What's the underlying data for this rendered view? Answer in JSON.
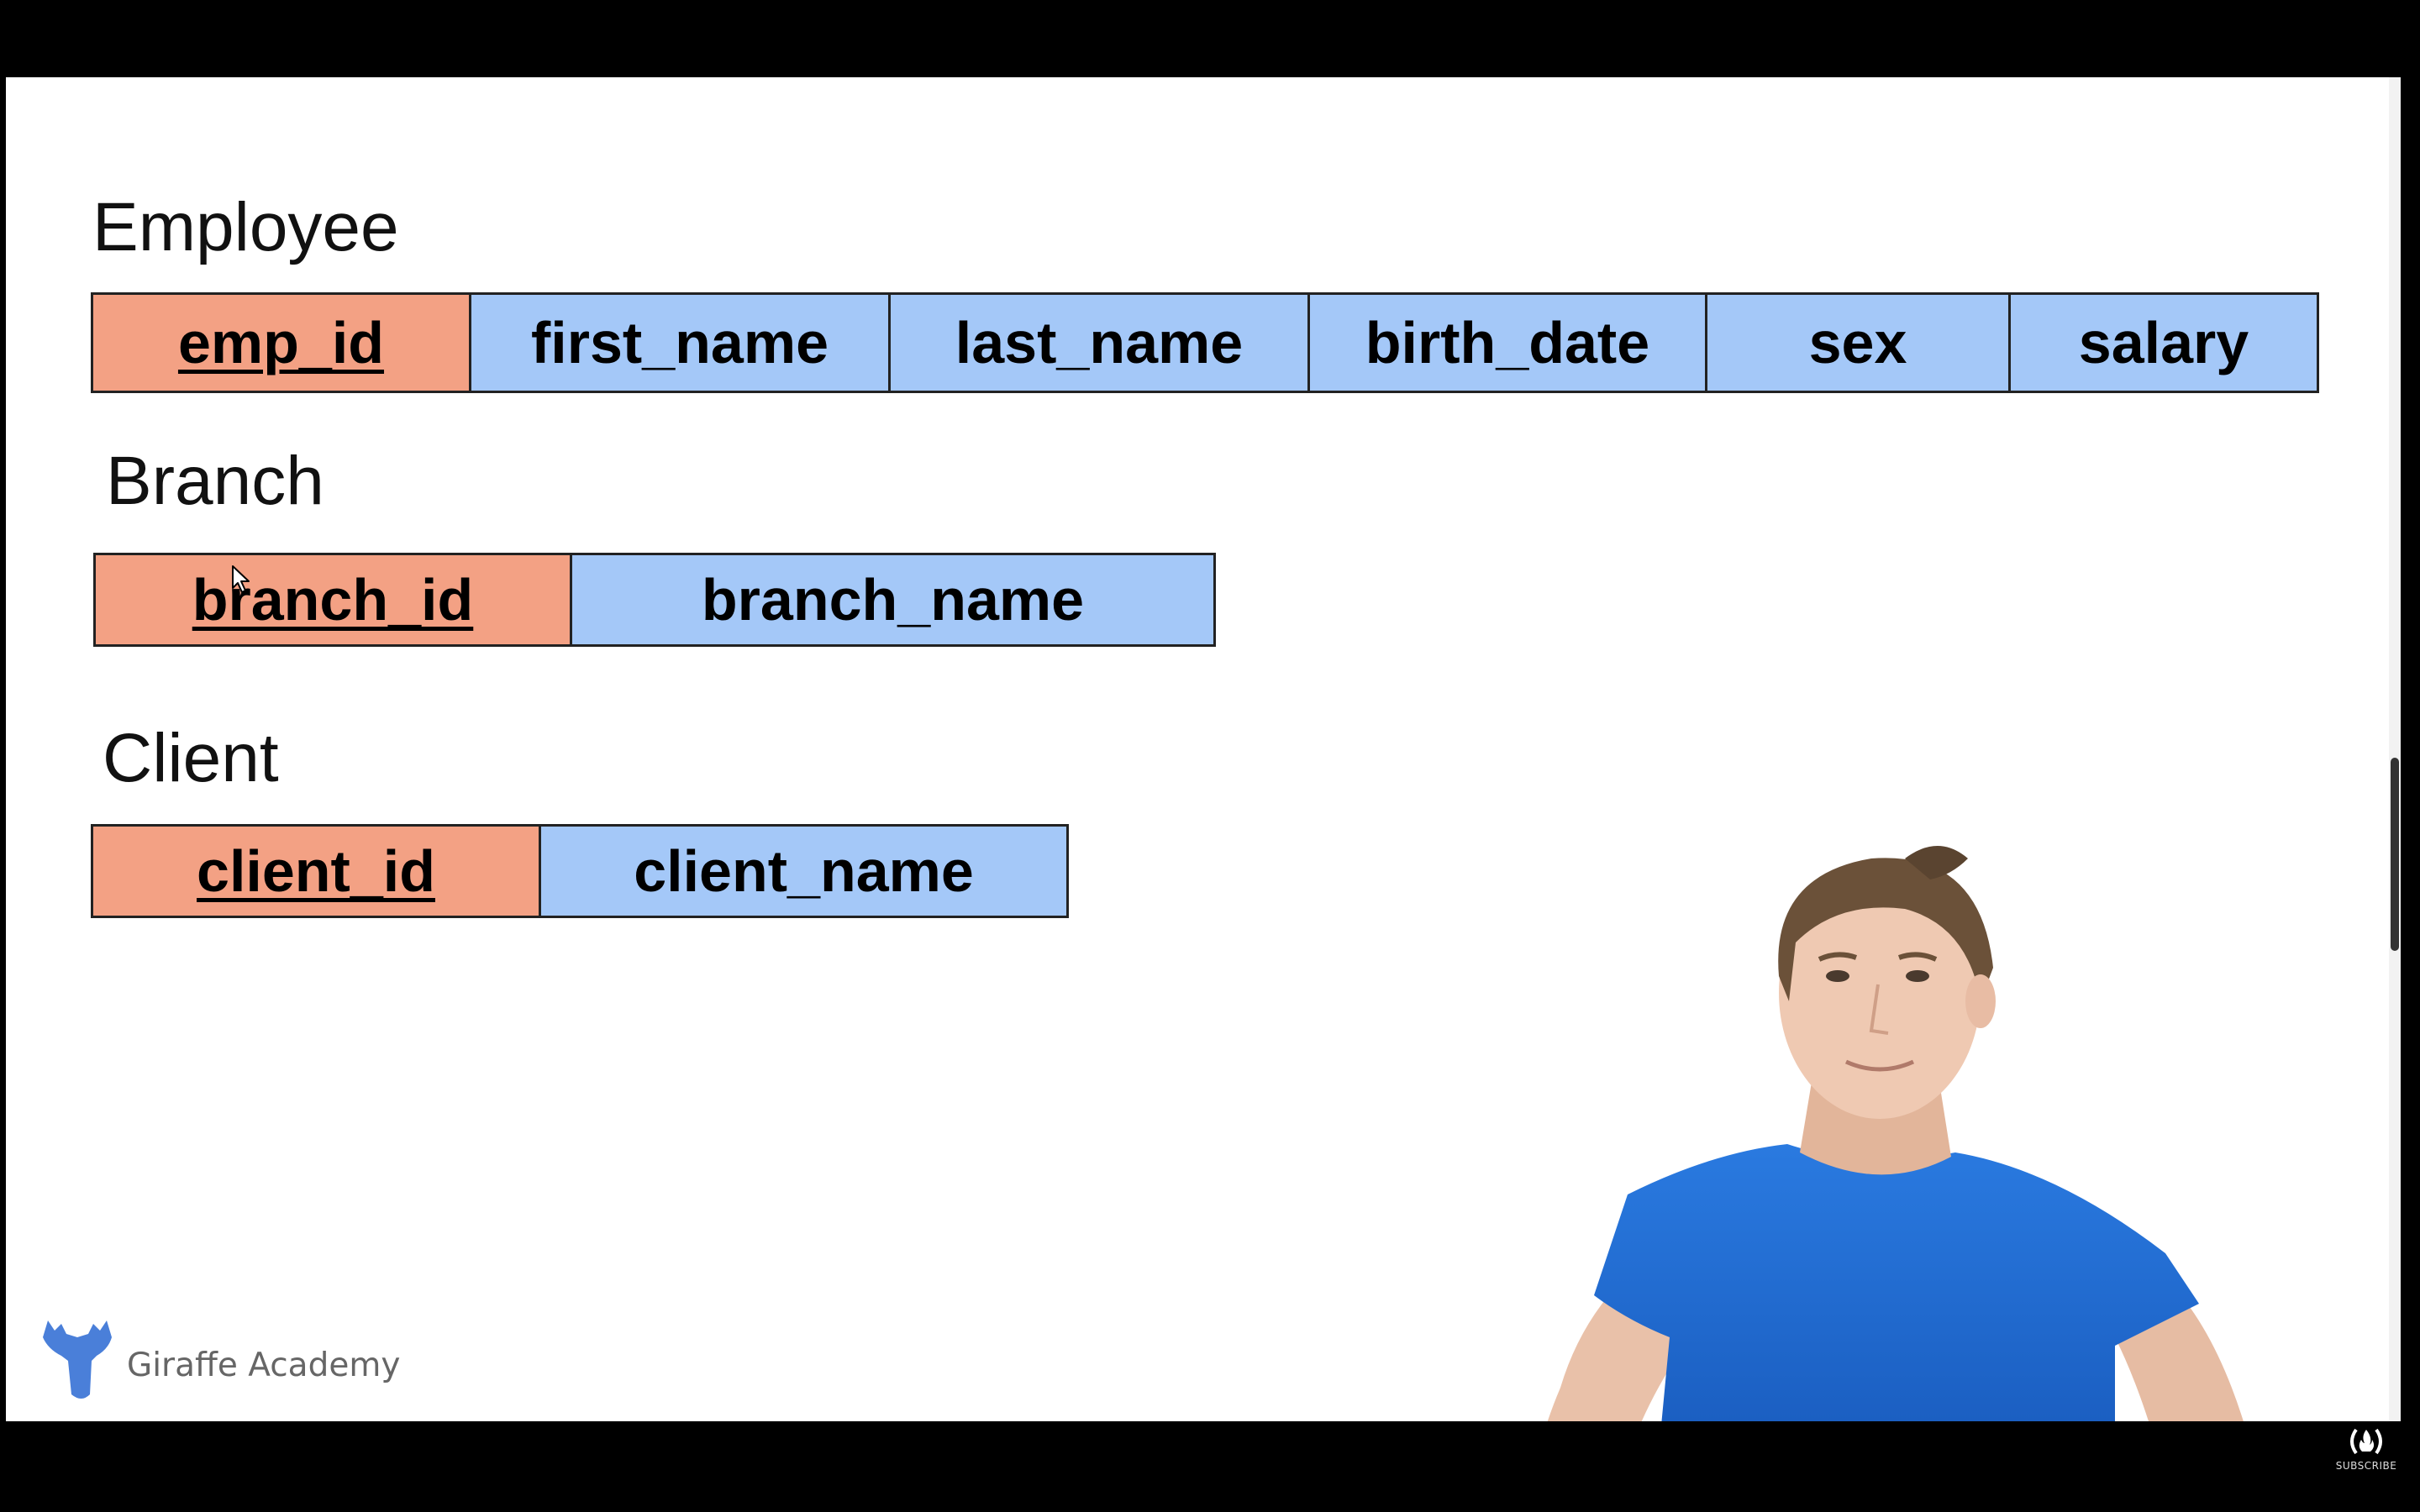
{
  "slide": {
    "tables": [
      {
        "title": "Employee",
        "columns": [
          {
            "label": "emp_id",
            "primary_key": true
          },
          {
            "label": "first_name",
            "primary_key": false
          },
          {
            "label": "last_name",
            "primary_key": false
          },
          {
            "label": "birth_date",
            "primary_key": false
          },
          {
            "label": "sex",
            "primary_key": false
          },
          {
            "label": "salary",
            "primary_key": false
          }
        ]
      },
      {
        "title": "Branch",
        "columns": [
          {
            "label": "branch_id",
            "primary_key": true
          },
          {
            "label": "branch_name",
            "primary_key": false
          }
        ]
      },
      {
        "title": "Client",
        "columns": [
          {
            "label": "client_id",
            "primary_key": true
          },
          {
            "label": "client_name",
            "primary_key": false
          }
        ]
      }
    ],
    "brand": {
      "name": "Giraffe Academy",
      "logo_icon": "giraffe-icon"
    }
  },
  "video": {
    "progress_fraction": 0.12
  },
  "overlay": {
    "subscribe_label": "SUBSCRIBE",
    "icon": "freecodecamp-icon"
  },
  "colors": {
    "primary_key_fill": "#f3a184",
    "attribute_fill": "#a4c8f8",
    "presenter_shirt": "#1f6fd0",
    "brand_logo": "#4a7fd9"
  }
}
